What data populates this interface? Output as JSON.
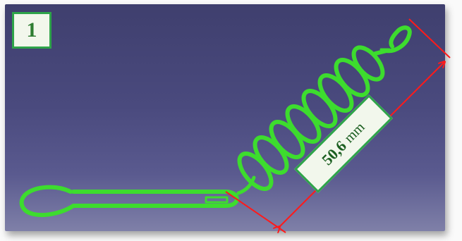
{
  "figure": {
    "panel_number": "1",
    "dimension_value": "50,6",
    "dimension_unit": "mm"
  },
  "colors": {
    "viewport_top": "#3f3f6e",
    "viewport_bottom": "#7f80a8",
    "part_green": "#3ddc2e",
    "dimension_red": "#ff1a1a",
    "label_border": "#2ea44a",
    "label_fill": "#f2f7ec"
  }
}
